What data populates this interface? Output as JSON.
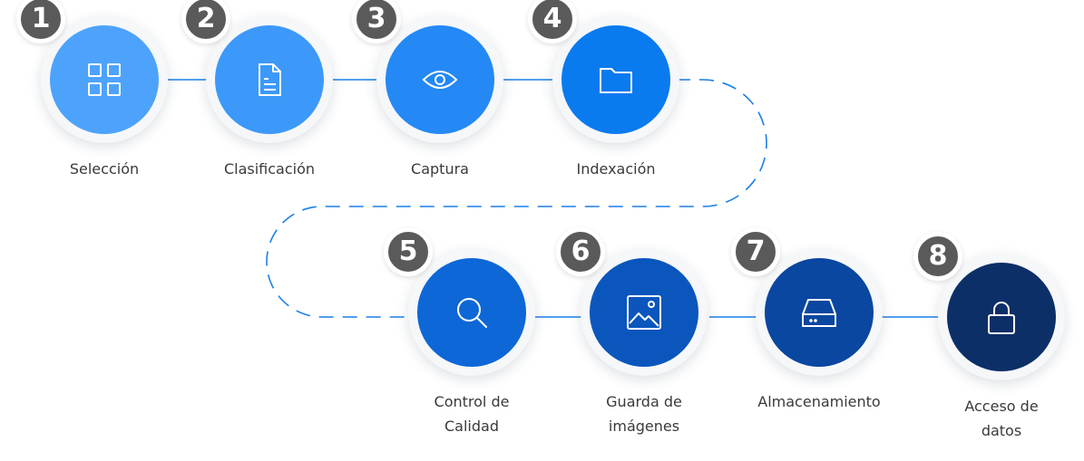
{
  "title": "Proceso de digitalización",
  "steps": [
    {
      "number": "1",
      "label": [
        "Selección"
      ],
      "icon": "grid-icon",
      "color": "#4da3fb"
    },
    {
      "number": "2",
      "label": [
        "Clasificación"
      ],
      "icon": "document-icon",
      "color": "#3c99f9"
    },
    {
      "number": "3",
      "label": [
        "Captura"
      ],
      "icon": "eye-icon",
      "color": "#2489f4"
    },
    {
      "number": "4",
      "label": [
        "Indexación"
      ],
      "icon": "folder-icon",
      "color": "#0a7aef"
    },
    {
      "number": "5",
      "label": [
        "Control de",
        "Calidad"
      ],
      "icon": "search-icon",
      "color": "#0d67d6"
    },
    {
      "number": "6",
      "label": [
        "Guarda de",
        "imágenes"
      ],
      "icon": "image-icon",
      "color": "#0a56bd"
    },
    {
      "number": "7",
      "label": [
        "Almacenamiento"
      ],
      "icon": "storage-drive-icon",
      "color": "#0a47a0"
    },
    {
      "number": "8",
      "label": [
        "Acceso de",
        "datos"
      ],
      "icon": "lock-icon",
      "color": "#0d2f68"
    }
  ],
  "colors": {
    "line": "#1a7fe8",
    "badge": "#5a5a5a"
  }
}
